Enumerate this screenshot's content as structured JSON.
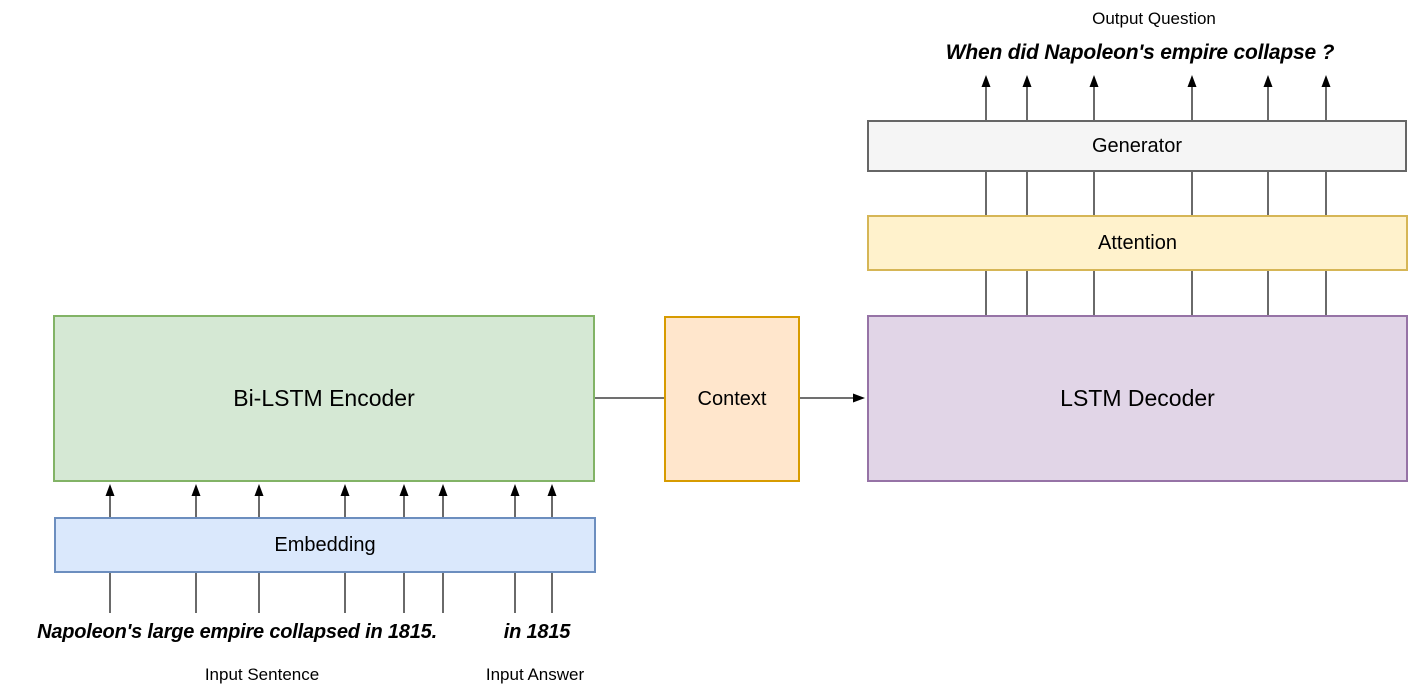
{
  "diagram": {
    "title_area": {
      "output_question_label": "Output Question",
      "output_question_text": "When did Napoleon's empire collapse ?"
    },
    "boxes": {
      "generator": {
        "label": "Generator"
      },
      "attention": {
        "label": "Attention"
      },
      "decoder": {
        "label": "LSTM Decoder"
      },
      "encoder": {
        "label": "Bi-LSTM Encoder"
      },
      "context": {
        "label": "Context"
      },
      "embedding": {
        "label": "Embedding"
      }
    },
    "inputs": {
      "input_sentence_text": "Napoleon's large empire collapsed in 1815.",
      "input_answer_text": "in 1815",
      "input_sentence_label": "Input Sentence",
      "input_answer_label": "Input Answer"
    },
    "colors": {
      "encoder_fill": "#d5e8d4",
      "encoder_border": "#82b366",
      "embedding_fill": "#dae8fc",
      "embedding_border": "#6c8ebf",
      "context_fill": "#ffe6cc",
      "context_border": "#d79b00",
      "decoder_fill": "#e1d5e7",
      "decoder_border": "#9673a6",
      "attention_fill": "#fff2cc",
      "attention_border": "#d6b656",
      "generator_fill": "#f5f5f5",
      "generator_border": "#666666",
      "line": "#1a1a1a"
    },
    "connectors": {
      "decoder_column_xs": [
        986,
        1027,
        1094,
        1192,
        1268,
        1326
      ],
      "sentence_column_xs": [
        110,
        196,
        259,
        345,
        404,
        443
      ],
      "answer_column_xs": [
        515,
        552
      ]
    }
  }
}
